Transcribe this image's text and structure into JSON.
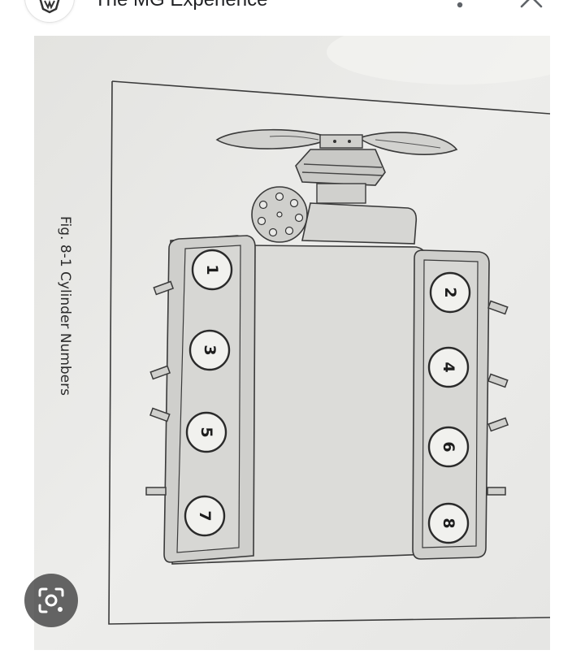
{
  "header": {
    "title": "The MG Experience"
  },
  "figure": {
    "caption": "Fig. 8-1  Cylinder Numbers",
    "cylinders": [
      {
        "label": "1"
      },
      {
        "label": "3"
      },
      {
        "label": "5"
      },
      {
        "label": "7"
      },
      {
        "label": "2"
      },
      {
        "label": "4"
      },
      {
        "label": "6"
      },
      {
        "label": "8"
      }
    ]
  },
  "icons": {
    "logo": "mg-logo-icon",
    "more": "more-vert-icon",
    "close": "close-icon",
    "lens": "camera-search-icon"
  }
}
